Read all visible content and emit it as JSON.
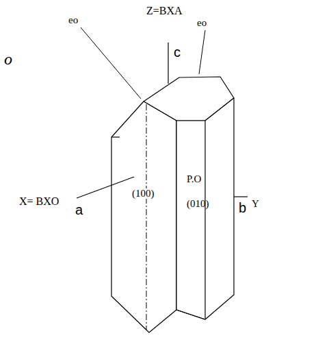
{
  "diagram": {
    "labels": [
      "Z=BXA",
      "eo",
      "eo",
      "c",
      "o",
      "(100)",
      "P.O",
      "(010)",
      "b",
      "Y",
      "X= BXO",
      "a"
    ]
  }
}
